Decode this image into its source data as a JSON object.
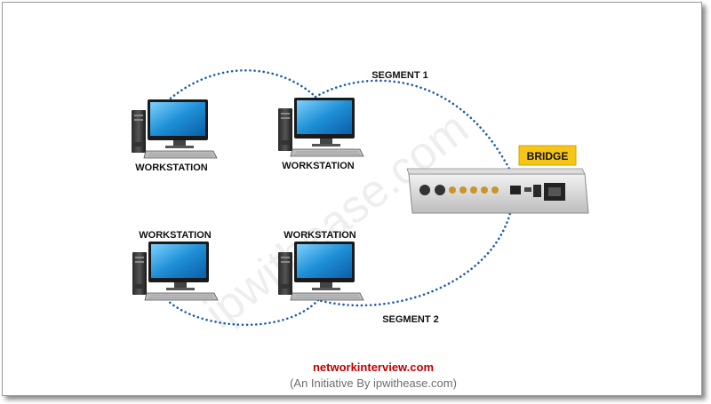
{
  "labels": {
    "workstation_1": "WORKSTATION",
    "workstation_2": "WORKSTATION",
    "workstation_3": "WORKSTATION",
    "workstation_4": "WORKSTATION",
    "segment_1": "SEGMENT 1",
    "segment_2": "SEGMENT 2",
    "bridge": "BRIDGE"
  },
  "watermark": "ipwithease.com",
  "footer": {
    "site": "networkinterview.com",
    "tagline": "(An Initiative By ipwithease.com)"
  },
  "colors": {
    "dotted_link": "#1f5fa8",
    "bridge_badge": "#f5c518",
    "footer_site": "#c00000",
    "screen": "#1e8fd6"
  },
  "icons": {
    "computer": "desktop-computer-icon",
    "bridge_device": "bridge-device-icon"
  }
}
